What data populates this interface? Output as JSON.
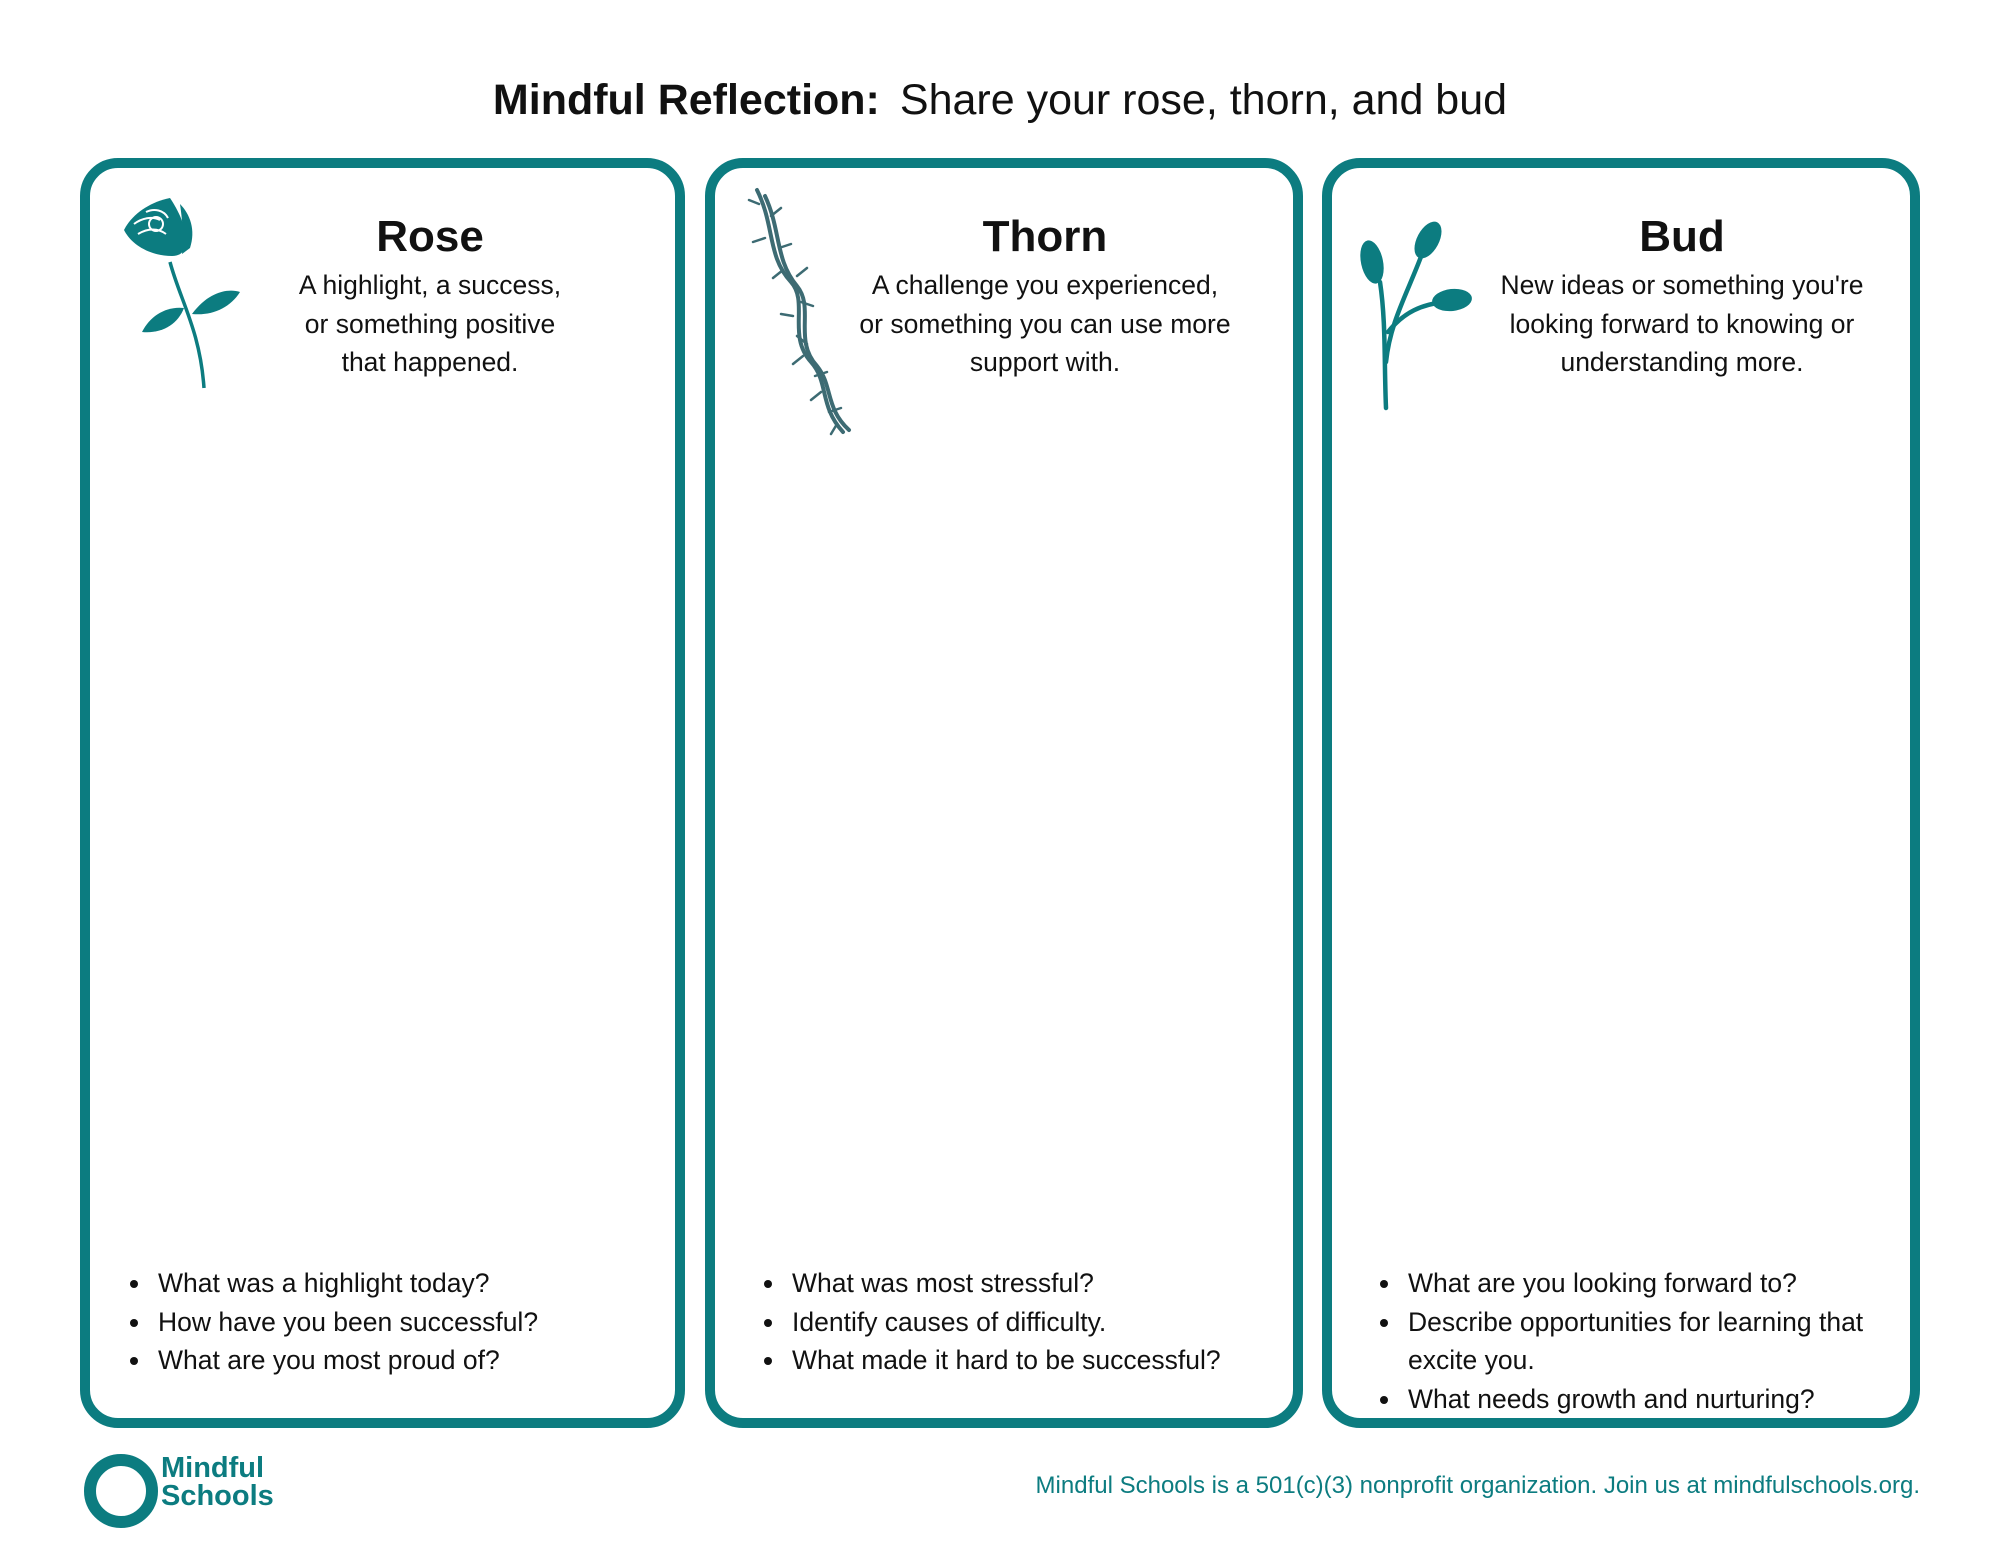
{
  "header": {
    "title_bold": "Mindful Reflection:",
    "title_rest": "Share your rose, thorn, and bud"
  },
  "cards": [
    {
      "heading": "Rose",
      "description_lines": [
        "A highlight, a success,",
        "or something positive",
        "that happened."
      ],
      "prompts": [
        {
          "lines": [
            "What was a highlight today?"
          ]
        },
        {
          "lines": [
            "How have you been successful?"
          ]
        },
        {
          "lines": [
            "What are you most proud of?"
          ]
        }
      ],
      "icon": "rose-icon"
    },
    {
      "heading": "Thorn",
      "description_lines": [
        "A challenge you experienced,",
        "or something you can use more",
        "support with."
      ],
      "prompts": [
        {
          "lines": [
            "What was most stressful?"
          ]
        },
        {
          "lines": [
            "Identify causes of difficulty."
          ]
        },
        {
          "lines": [
            "What made it hard to be successful?"
          ]
        }
      ],
      "icon": "thorn-icon"
    },
    {
      "heading": "Bud",
      "description_lines": [
        "New ideas or something you're",
        "looking forward to knowing or",
        "understanding more."
      ],
      "prompts": [
        {
          "lines": [
            "What are you looking forward to?"
          ]
        },
        {
          "lines": [
            "Describe opportunities for learning that",
            "excite you."
          ]
        },
        {
          "lines": [
            "What needs growth and nurturing?"
          ]
        }
      ],
      "icon": "bud-icon"
    }
  ],
  "footer": {
    "logo_line1": "Mindful",
    "logo_line2": "Schools",
    "note": "Mindful Schools is a 501(c)(3) nonprofit organization.  Join us at mindfulschools.org."
  },
  "colors": {
    "accent": "#0c7c80",
    "thorn": "#3d6b73",
    "text": "#111111",
    "background": "#ffffff"
  }
}
